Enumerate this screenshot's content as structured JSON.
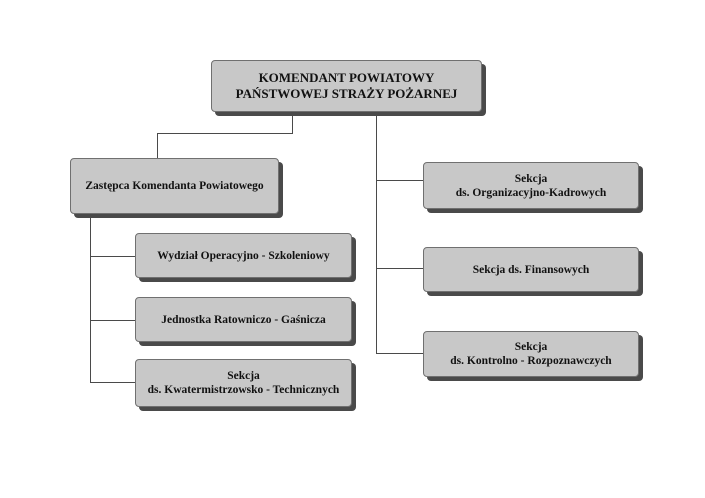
{
  "org_chart": {
    "root": {
      "line1": "KOMENDANT POWIATOWY",
      "line2": "PAŃSTWOWEJ STRAŻY POŻARNEJ"
    },
    "deputy": {
      "label": "Zastępca Komendanta Powiatowego"
    },
    "deputy_units": [
      {
        "line1": "Wydział Operacyjno - Szkoleniowy"
      },
      {
        "line1": "Jednostka Ratowniczo - Gaśnicza"
      },
      {
        "line1": "Sekcja",
        "line2": "ds. Kwatermistrzowsko - Technicznych"
      }
    ],
    "direct_units": [
      {
        "line1": "Sekcja",
        "line2": "ds. Organizacyjno-Kadrowych"
      },
      {
        "line1": "Sekcja ds. Finansowych"
      },
      {
        "line1": "Sekcja",
        "line2": "ds. Kontrolno - Rozpoznawczych"
      }
    ]
  }
}
